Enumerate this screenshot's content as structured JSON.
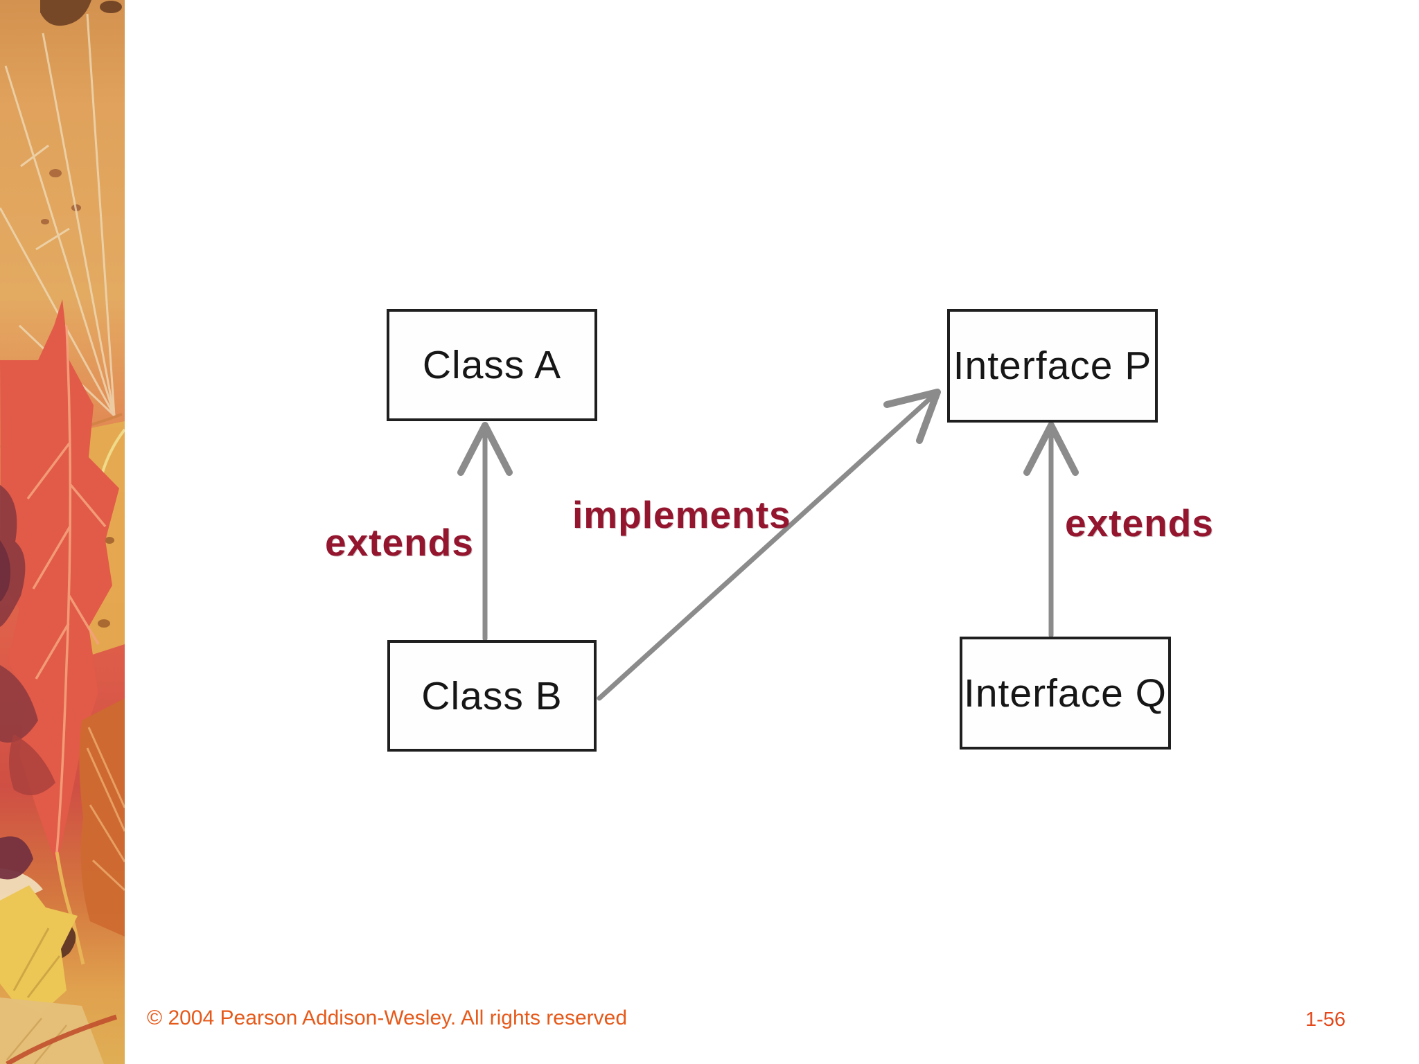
{
  "slide": {
    "background_color": "#ffffff",
    "decoration": {
      "left_strip": "autumn-maple-leaves-photo",
      "strip_colors": [
        "#e0a25c",
        "#e05c49",
        "#c94b42",
        "#ecc755",
        "#5e3524",
        "#cd6a30"
      ]
    }
  },
  "diagram": {
    "boxes": [
      {
        "id": "class-a",
        "label": "Class A"
      },
      {
        "id": "interface-p",
        "label": "Interface P"
      },
      {
        "id": "class-b",
        "label": "Class B"
      },
      {
        "id": "interface-q",
        "label": "Interface Q"
      }
    ],
    "relations": [
      {
        "id": "extends-left",
        "label": "extends",
        "from": "Class B",
        "to": "Class A"
      },
      {
        "id": "implements",
        "label": "implements",
        "from": "Class B",
        "to": "Interface P"
      },
      {
        "id": "extends-right",
        "label": "extends",
        "from": "Interface Q",
        "to": "Interface P"
      }
    ],
    "box_border_color": "#1f1f1f",
    "box_text_color": "#161616",
    "relation_label_color": "#94152e",
    "arrow_color": "#8b8b8b"
  },
  "footer": {
    "copyright": "© 2004 Pearson Addison-Wesley. All rights reserved",
    "page_number": "1-56",
    "color": "#e55a1b"
  }
}
